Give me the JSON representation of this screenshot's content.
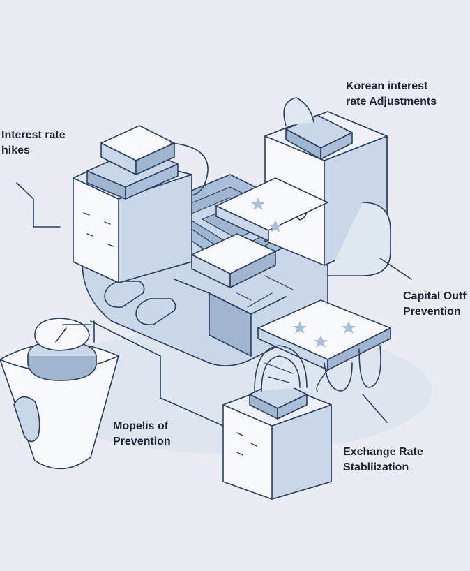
{
  "labels": {
    "interest_rate_hikes": [
      "Interest rate",
      "hikes"
    ],
    "korean_interest": [
      "Korean interest",
      "rate Adjustments"
    ],
    "capital_outflow": [
      "Capital Outf",
      "Prevention"
    ],
    "mopelis": [
      "Mopelis of",
      "Prevention"
    ],
    "exchange_rate": [
      "Exchange Rate",
      "Stabliization"
    ]
  },
  "colors": {
    "background": "#e9edf3",
    "outline": "#2c3e5d",
    "face_light": "#f7f9fc",
    "face_mid": "#c9d7e8",
    "face_dark": "#9fb5d0",
    "text": "#1e2233"
  }
}
